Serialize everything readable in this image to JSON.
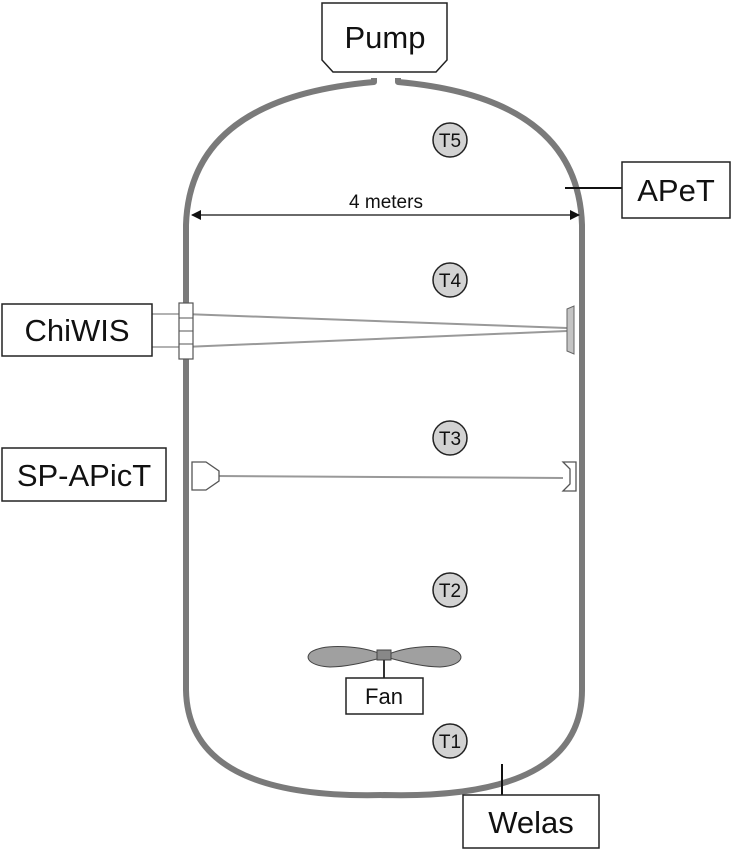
{
  "instruments": {
    "pump": "Pump",
    "apet": "APeT",
    "chiwis": "ChiWIS",
    "sp_apict": "SP-APicT",
    "welas": "Welas",
    "fan": "Fan"
  },
  "dimension": {
    "label": "4 meters"
  },
  "sensors": [
    "T5",
    "T4",
    "T3",
    "T2",
    "T1"
  ],
  "colors": {
    "vessel_wall": "#7a7a7a",
    "sensor_fill": "#d2d2d2",
    "beam": "#999999",
    "fan_blade": "#a0a0a0"
  }
}
